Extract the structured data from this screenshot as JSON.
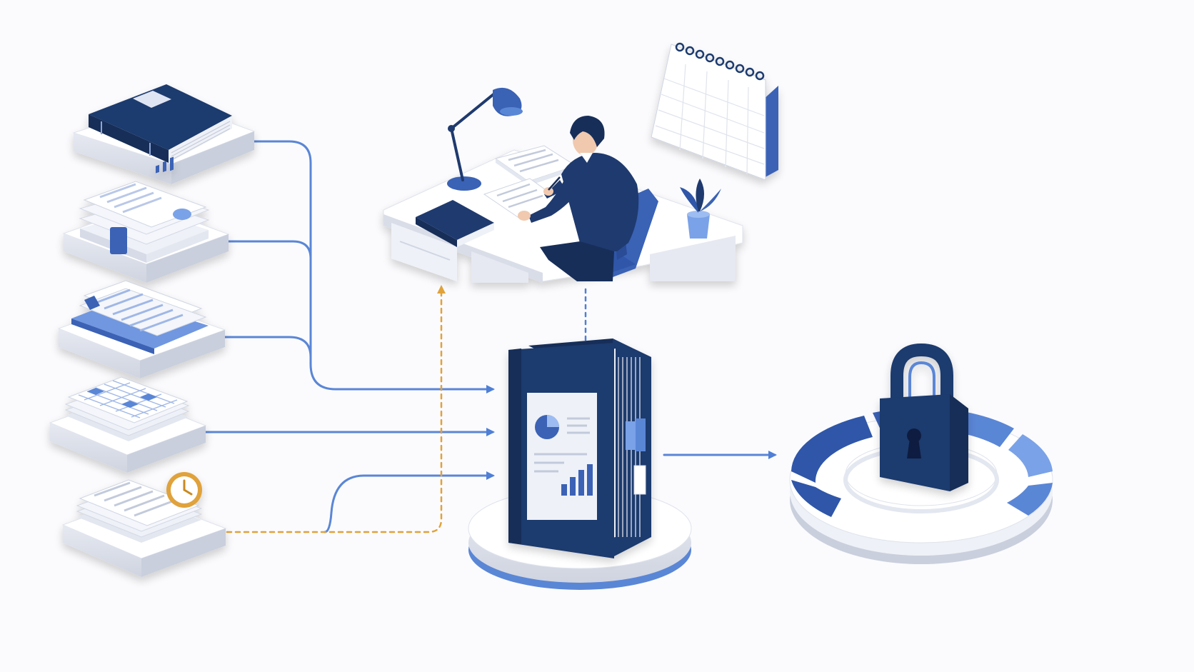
{
  "diagram": {
    "inputs": [
      {
        "name": "bound-ledger",
        "icon": "ledger-book-icon"
      },
      {
        "name": "report-stack",
        "icon": "report-stack-icon"
      },
      {
        "name": "folder-documents",
        "icon": "document-folder-icon"
      },
      {
        "name": "spreadsheet-stack",
        "icon": "spreadsheet-icon"
      },
      {
        "name": "timed-records",
        "icon": "clock-icon"
      }
    ],
    "hub": {
      "name": "central-binder",
      "icon": "binder-icon"
    },
    "reviewer": {
      "name": "reviewer-workstation",
      "icons": [
        "desk-lamp-icon",
        "calendar-icon",
        "plant-icon",
        "person-icon",
        "chair-icon"
      ]
    },
    "output": {
      "name": "secure-archive",
      "icon": "padlock-icon"
    }
  },
  "colors": {
    "navy": "#1f3a6e",
    "navy_dark": "#172e59",
    "blue": "#3a62b5",
    "line_blue": "#5a86d6",
    "light_blue": "#7aa2e8",
    "orange": "#e0a23a",
    "platform": "#ffffff",
    "platform_side": "#d9dde8",
    "paper": "#f4f6fb"
  }
}
